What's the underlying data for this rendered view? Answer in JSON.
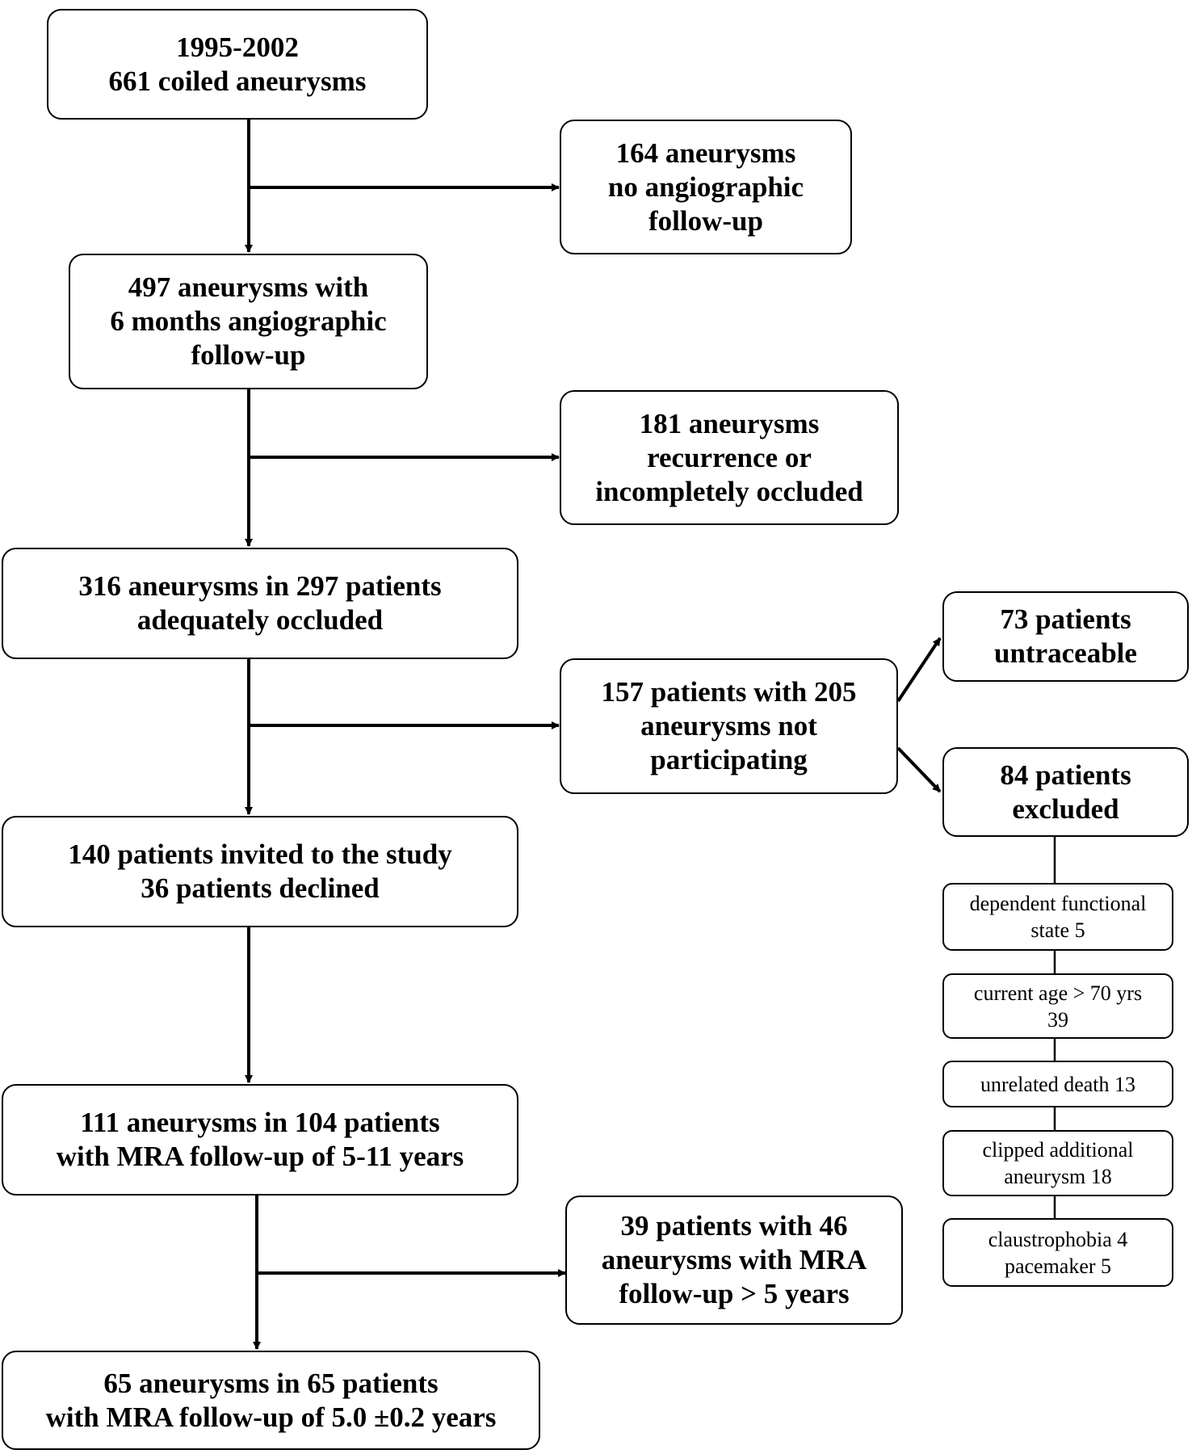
{
  "boxes": {
    "start": [
      "1995-2002",
      "661 coiled aneurysms"
    ],
    "no_followup": [
      "164 aneurysms",
      "no angiographic",
      "follow-up"
    ],
    "six_month": [
      "497 aneurysms with",
      "6 months angiographic",
      "follow-up"
    ],
    "recurrence": [
      "181 aneurysms",
      "recurrence or",
      "incompletely occluded"
    ],
    "occluded": [
      "316 aneurysms in 297 patients",
      "adequately occluded"
    ],
    "not_participating": [
      "157 patients with 205",
      "aneurysms not",
      "participating"
    ],
    "untraceable": [
      "73 patients",
      "untraceable"
    ],
    "excluded": [
      "84 patients",
      "excluded"
    ],
    "dependent": [
      "dependent functional",
      "state 5"
    ],
    "age": [
      "current age > 70 yrs",
      "39"
    ],
    "death": [
      "unrelated death 13"
    ],
    "clipped": [
      "clipped additional",
      "aneurysm 18"
    ],
    "claustro": [
      "claustrophobia 4",
      "pacemaker 5"
    ],
    "invited": [
      "140 patients invited to the study",
      "36 patients declined"
    ],
    "mra_111": [
      "111 aneurysms in 104 patients",
      "with MRA follow-up of 5-11 years"
    ],
    "mra_39": [
      "39 patients with 46",
      "aneurysms with MRA",
      "follow-up > 5 years"
    ],
    "final": [
      "65 aneurysms in 65 patients",
      "with MRA follow-up of 5.0 ±0.2 years"
    ]
  }
}
